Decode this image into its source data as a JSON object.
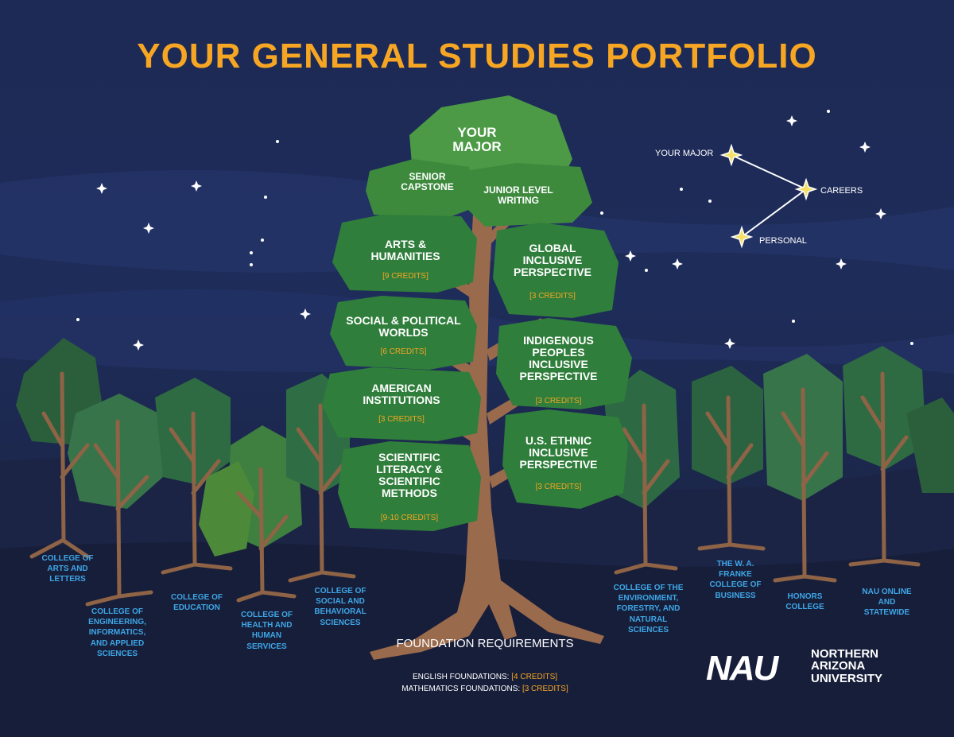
{
  "title": "YOUR GENERAL STUDIES PORTFOLIO",
  "main_tree": {
    "your_major": "YOUR MAJOR",
    "senior_capstone": "SENIOR CAPSTONE",
    "junior_writing": "JUNIOR LEVEL WRITING",
    "arts": {
      "label": "ARTS & HUMANITIES",
      "credits": "[9 CREDITS]"
    },
    "social": {
      "label": "SOCIAL & POLITICAL WORLDS",
      "credits": "[6 CREDITS]"
    },
    "american": {
      "label": "AMERICAN INSTITUTIONS",
      "credits": "[3 CREDITS]"
    },
    "scientific": {
      "label": "SCIENTIFIC LITERACY & SCIENTIFIC METHODS",
      "credits": "[9-10 CREDITS]"
    },
    "global": {
      "label": "GLOBAL INCLUSIVE PERSPECTIVE",
      "credits": "[3 CREDITS]"
    },
    "indigenous": {
      "label": "INDIGENOUS PEOPLES INCLUSIVE PERSPECTIVE",
      "credits": "[3 CREDITS]"
    },
    "us_ethnic": {
      "label": "U.S. ETHNIC INCLUSIVE PERSPECTIVE",
      "credits": "[3 CREDITS]"
    }
  },
  "foundation": {
    "title": "FOUNDATION REQUIREMENTS",
    "english_label": "ENGLISH FOUNDATIONS: ",
    "english_credits": "[4 CREDITS]",
    "math_label": "MATHEMATICS FOUNDATIONS: ",
    "math_credits": "[3 CREDITS]"
  },
  "constellation": {
    "your_major": "YOUR MAJOR",
    "careers": "CAREERS",
    "personal": "PERSONAL"
  },
  "colleges": [
    "COLLEGE OF ARTS AND LETTERS",
    "COLLEGE OF ENGINEERING, INFORMATICS, AND APPLIED SCIENCES",
    "COLLEGE OF EDUCATION",
    "COLLEGE OF HEALTH AND HUMAN SERVICES",
    "COLLEGE OF SOCIAL AND BEHAVIORAL SCIENCES",
    "COLLEGE OF THE ENVIRONMENT, FORESTRY, AND NATURAL SCIENCES",
    "THE W. A. FRANKE COLLEGE OF BUSINESS",
    "HONORS COLLEGE",
    "NAU ONLINE AND STATEWIDE"
  ],
  "logo": {
    "mark": "NAU",
    "line1": "NORTHERN",
    "line2": "ARIZONA",
    "line3": "UNIVERSITY"
  },
  "colors": {
    "background": "#1d2a55",
    "title_orange": "#f6a623",
    "leaf_green": "#3f8f3c",
    "leaf_dark": "#2c6f31",
    "trunk": "#9a6a4c",
    "college_blue": "#3ea6e6"
  }
}
